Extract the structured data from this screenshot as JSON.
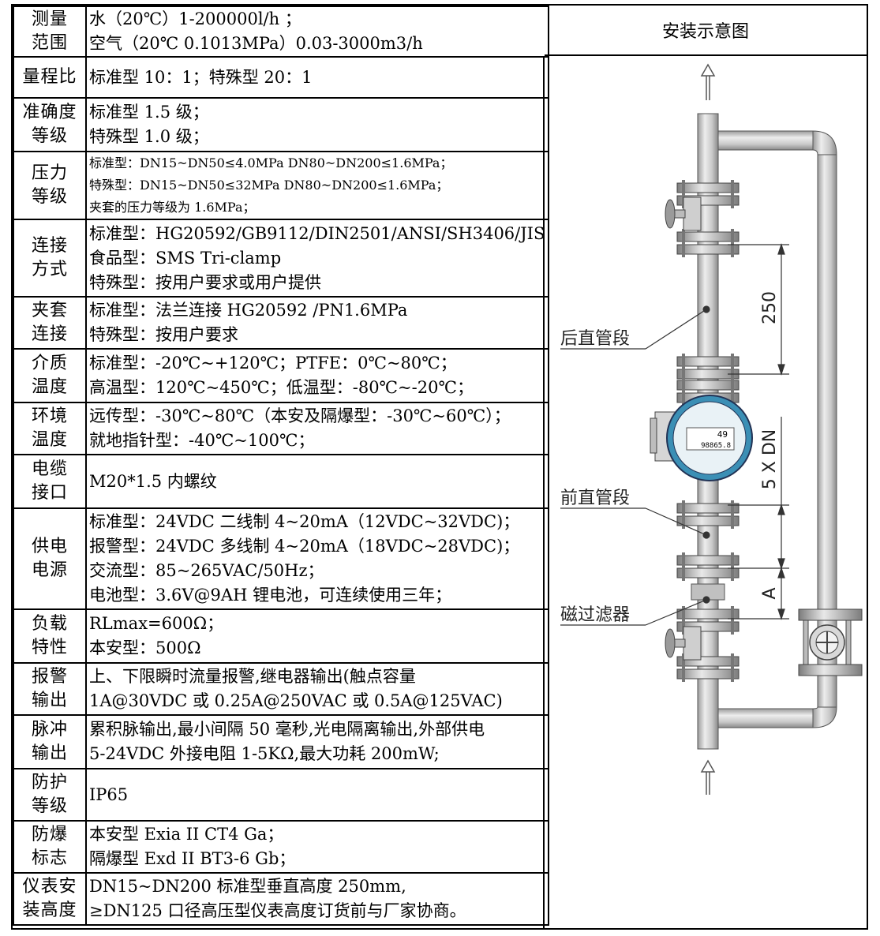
{
  "diagram_title": "安装示意图",
  "rows": [
    {
      "label": [
        "测量",
        "范围"
      ],
      "lines": [
        "水（20℃）1-200000l/h ；",
        "空气（20℃   0.1013MPa）0.03-3000m3/h"
      ]
    },
    {
      "label": [
        "量程比"
      ],
      "lines": [
        "标准型 10：1；特殊型 20：1"
      ]
    },
    {
      "label": [
        "准确度",
        "等级"
      ],
      "lines": [
        "标准型 1.5 级；",
        "特殊型 1.0 级；"
      ]
    },
    {
      "label": [
        "压力",
        "等级"
      ],
      "lines": [
        "标准型：DN15~DN50≤4.0MPa    DN80~DN200≤1.6MPa；",
        "特殊型：DN15~DN50≤32MPa      DN80~DN200≤1.6MPa；",
        "夹套的压力等级为 1.6MPa；"
      ]
    },
    {
      "label": [
        "连接",
        "方式"
      ],
      "lines": [
        "标准型：HG20592/GB9112/DIN2501/ANSI/SH3406/JIS",
        "食品型：SMS Tri-clamp",
        "特殊型：按用户要求或用户提供"
      ]
    },
    {
      "label": [
        "夹套",
        "连接"
      ],
      "lines": [
        "标准型：法兰连接 HG20592 /PN1.6MPa",
        "特殊型：按用户要求"
      ]
    },
    {
      "label": [
        "介质",
        "温度"
      ],
      "lines": [
        "标准型：-20℃~+120℃；PTFE：0℃~80℃；",
        "高温型：120℃~450℃；低温型：-80℃~-20℃；"
      ]
    },
    {
      "label": [
        "环境",
        "温度"
      ],
      "lines": [
        "远传型：-30℃~80℃（本安及隔爆型：-30℃~60℃）；",
        "就地指针型：-40℃~100℃；"
      ]
    },
    {
      "label": [
        "电缆",
        "接口"
      ],
      "lines": [
        "M20*1.5 内螺纹"
      ]
    },
    {
      "label": [
        "供电",
        "电源"
      ],
      "lines": [
        "标准型：24VDC 二线制 4~20mA（12VDC~32VDC)；",
        "报警型：24VDC 多线制 4~20mA（18VDC~28VDC)；",
        "交流型：85~265VAC/50Hz；",
        "电池型：3.6V@9AH 锂电池，可连续使用三年；"
      ]
    },
    {
      "label": [
        "负载",
        "特性"
      ],
      "lines": [
        "RLmax=600Ω；",
        "本安型：500Ω"
      ]
    },
    {
      "label": [
        "报警",
        "输出"
      ],
      "lines": [
        "上、下限瞬时流量报警,继电器输出(触点容量",
        "1A@30VDC 或 0.25A@250VAC 或 0.5A@125VAC)"
      ]
    },
    {
      "label": [
        "脉冲",
        "输出"
      ],
      "lines": [
        "累积脉输出,最小间隔 50 毫秒,光电隔离输出,外部供电",
        "5-24VDC 外接电阻 1-5KΩ,最大功耗 200mW;"
      ]
    },
    {
      "label": [
        "防护",
        "等级"
      ],
      "lines": [
        "IP65"
      ]
    },
    {
      "label": [
        "防爆",
        "标志"
      ],
      "lines": [
        "本安型 Exia II CT4 Ga；",
        "隔爆型  Exd II BT3-6 Gb；"
      ]
    },
    {
      "label": [
        "仪表安",
        "装高度"
      ],
      "lines": [
        "DN15~DN200 标准型垂直高度 250mm,",
        "≥DN125 口径高压型仪表高度订货前与厂家协商。"
      ]
    }
  ],
  "diagram": {
    "label_rear": "后直管段",
    "label_front": "前直管段",
    "label_filter": "磁过滤器",
    "dim_250": "250",
    "dim_5dn": "5 X DN",
    "dim_a": "A",
    "meter_reading_top": "49",
    "meter_reading_bottom": "98865.8"
  }
}
